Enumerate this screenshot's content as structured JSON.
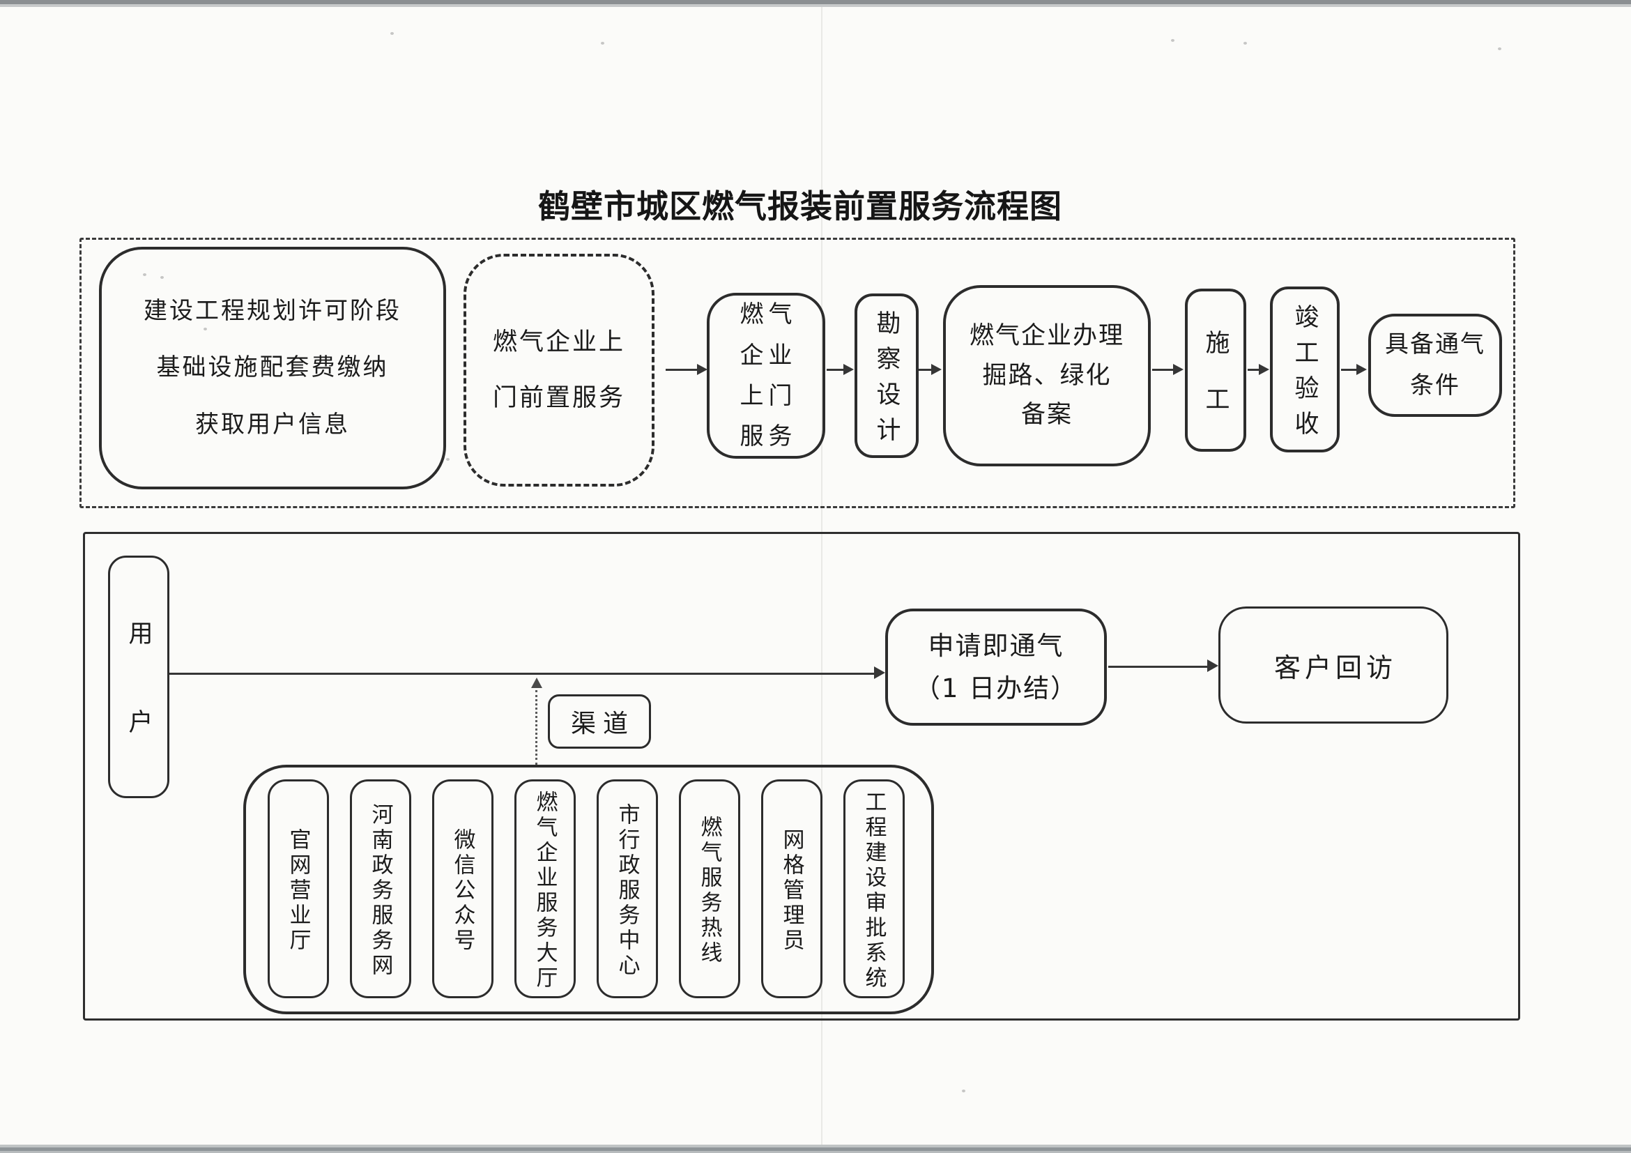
{
  "title": "鹤壁市城区燃气报装前置服务流程图",
  "top_flow": {
    "planning": "建设工程规划许可阶段\n基础设施配套费缴纳\n获取用户信息",
    "pre_visit": "燃气企业上\n门前置服务",
    "door_service": "燃气\n企业\n上门\n服务",
    "survey": "勘察设计",
    "filing": "燃气企业办理\n掘路、绿化\n备案",
    "construction": "施工",
    "acceptance": "竣工验收",
    "ready": "具备通气\n条件"
  },
  "bottom_flow": {
    "user": "用户",
    "channel_label": "渠道",
    "apply": "申请即通气\n（1 日办结）",
    "customer_visit": "客户回访",
    "channels": [
      "官网营业厅",
      "河南政务服务网",
      "微信公众号",
      "燃气企业服务大厅",
      "市行政服务中心",
      "燃气服务热线",
      "网格管理员",
      "工程建设审批系统"
    ]
  }
}
